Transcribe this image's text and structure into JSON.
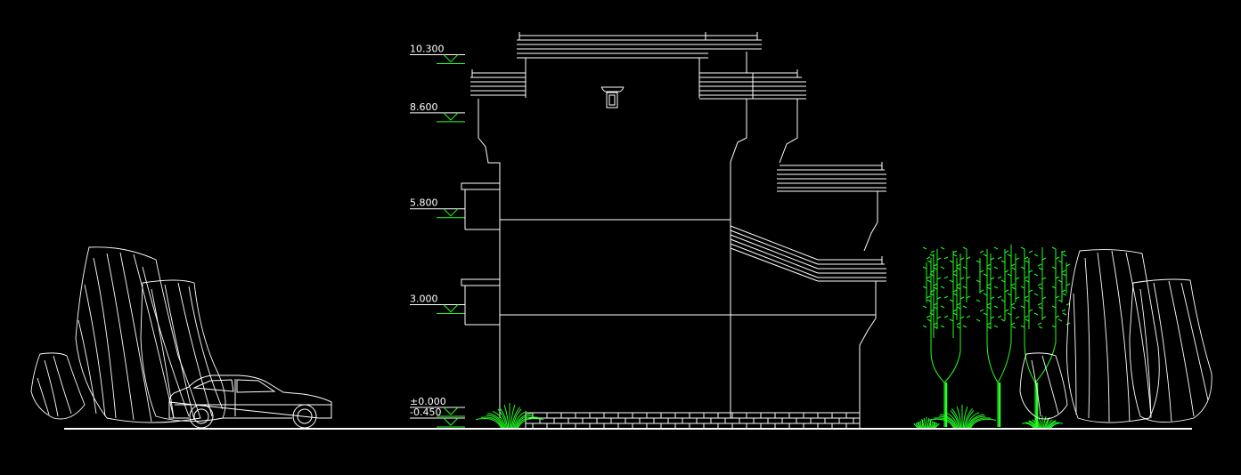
{
  "colors": {
    "background": "#000000",
    "linework": "#ffffff",
    "vegetation": "#22ff22",
    "level_marker": "#22ff22"
  },
  "levels": [
    {
      "label": "10.300",
      "value": 10.3
    },
    {
      "label": "8.600",
      "value": 8.6
    },
    {
      "label": "5.800",
      "value": 5.8
    },
    {
      "label": "3.000",
      "value": 3.0
    },
    {
      "label": "±0.000",
      "value": 0.0
    },
    {
      "label": "-0.450",
      "value": -0.45
    }
  ],
  "icons": {
    "car": "car-icon",
    "tree": "tree-icon",
    "shrub": "shrub-icon",
    "grass": "grass-icon"
  }
}
